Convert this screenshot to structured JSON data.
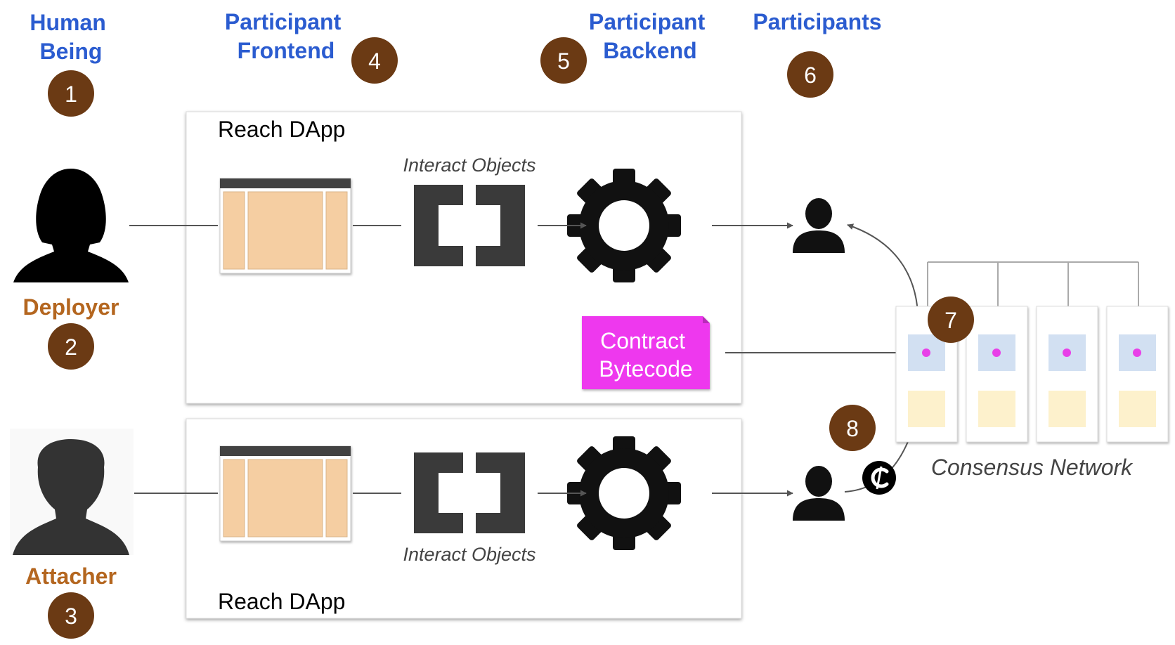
{
  "headers": {
    "human_being": [
      "Human",
      "Being"
    ],
    "participant_frontend": [
      "Participant",
      "Frontend"
    ],
    "participant_backend": [
      "Participant",
      "Backend"
    ],
    "participants": "Participants"
  },
  "roles": {
    "deployer": "Deployer",
    "attacher": "Attacher"
  },
  "badges": [
    "1",
    "2",
    "3",
    "4",
    "5",
    "6",
    "7",
    "8"
  ],
  "dapp_title": "Reach DApp",
  "interact_objects": "Interact Objects",
  "contract_bytecode": [
    "Contract",
    "Bytecode"
  ],
  "consensus_network": "Consensus Network",
  "icons": {
    "human": "person-silhouette-icon",
    "frontend": "browser-window-icon",
    "interact": "brackets-icon",
    "backend": "gear-icon",
    "participant": "user-icon",
    "currency": "coin-icon"
  },
  "colors": {
    "header_blue": "#2b5cd0",
    "role_brown": "#b4661f",
    "badge_brown": "#6b3a14",
    "bytecode_magenta": "#ee37ee",
    "line_gray": "#555555",
    "frontend_peach": "#f5cea2",
    "node_blue": "#d2e0f2",
    "node_yellow": "#fdf1cc",
    "dot_pink": "#e840e8"
  }
}
